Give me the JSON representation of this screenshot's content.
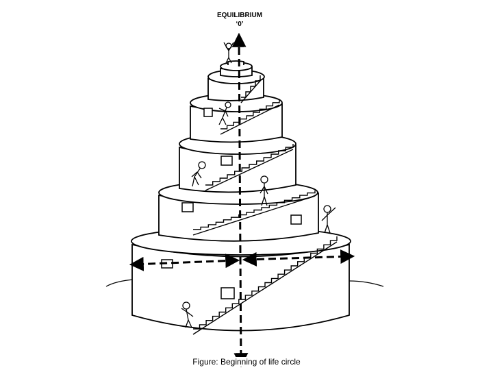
{
  "diagram": {
    "title": "EQUILIBRIUM",
    "subtitle": "‘0’",
    "caption": "Figure: Beginning of life circle"
  },
  "colors": {
    "ink": "#000000",
    "background": "#ffffff"
  }
}
